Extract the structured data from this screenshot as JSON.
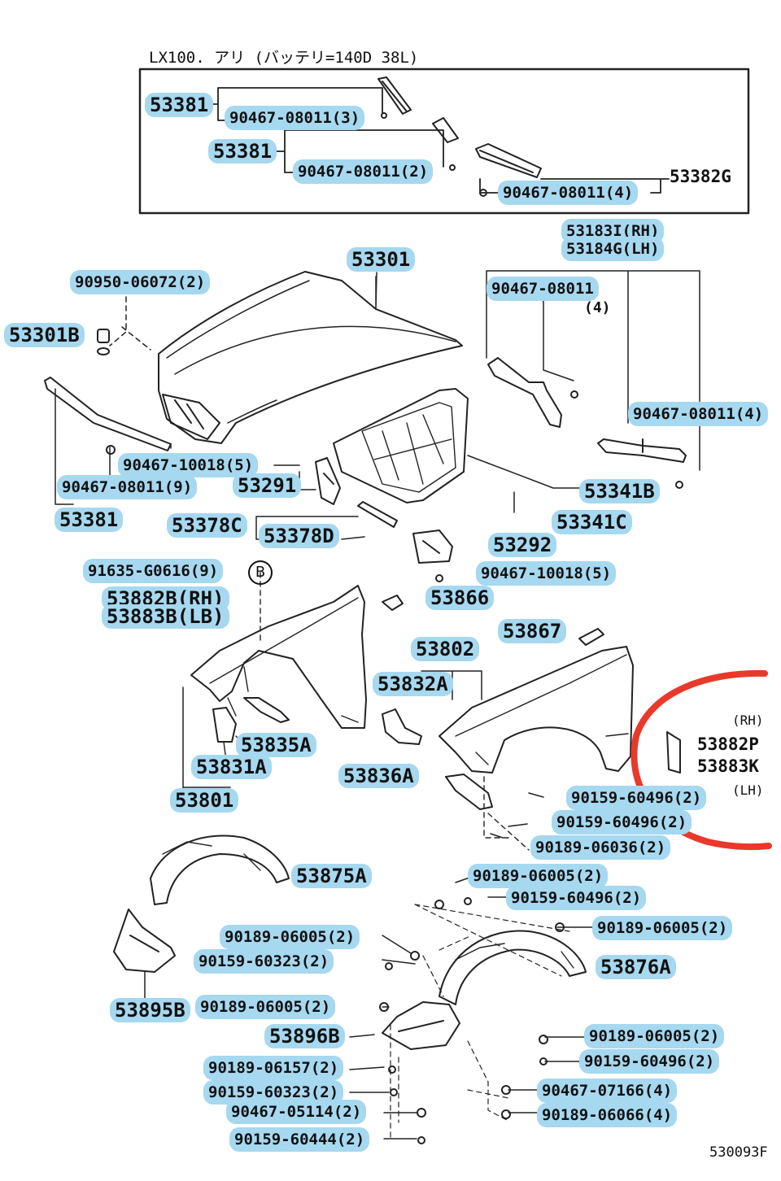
{
  "header": {
    "title": "LX100. アリ (バッテリ=140D 38L)"
  },
  "footer": {
    "code": "530093F"
  },
  "callouts": {
    "p53382g": "53382G",
    "rh": "(RH)",
    "lh": "(LH)",
    "p53882p": "53882P",
    "p53883k": "53883K",
    "qty4": "(4)",
    "circled": "B"
  },
  "labels": [
    "53381",
    "90467-08011(3)",
    "53381",
    "90467-08011(2)",
    "90467-08011(4)",
    "53183I(RH)",
    "53184G(LH)",
    "53301",
    "90950-06072(2)",
    "53301B",
    "90467-08011",
    "90467-08011(4)",
    "53341B",
    "53341C",
    "90467-10018(5)",
    "90467-08011(9)",
    "53291",
    "53381",
    "53378C",
    "53378D",
    "53292",
    "91635-G0616(9)",
    "90467-10018(5)",
    "53882B(RH)",
    "53883B(LB)",
    "53866",
    "53867",
    "53802",
    "53832A",
    "53835A",
    "53831A",
    "53801",
    "53836A",
    "90159-60496(2)",
    "90159-60496(2)",
    "90189-06036(2)",
    "53875A",
    "90189-06005(2)",
    "90159-60496(2)",
    "90189-06005(2)",
    "90189-06005(2)",
    "53876A",
    "90159-60323(2)",
    "53895B",
    "90189-06005(2)",
    "53896B",
    "90189-06005(2)",
    "90189-06157(2)",
    "90159-60496(2)",
    "90159-60323(2)",
    "90467-07166(4)",
    "90467-05114(2)",
    "90189-06066(4)",
    "90159-60444(2)"
  ],
  "colors": {
    "highlight": "#a6d8f0",
    "ink": "#111111",
    "marker": "#e8392b"
  }
}
